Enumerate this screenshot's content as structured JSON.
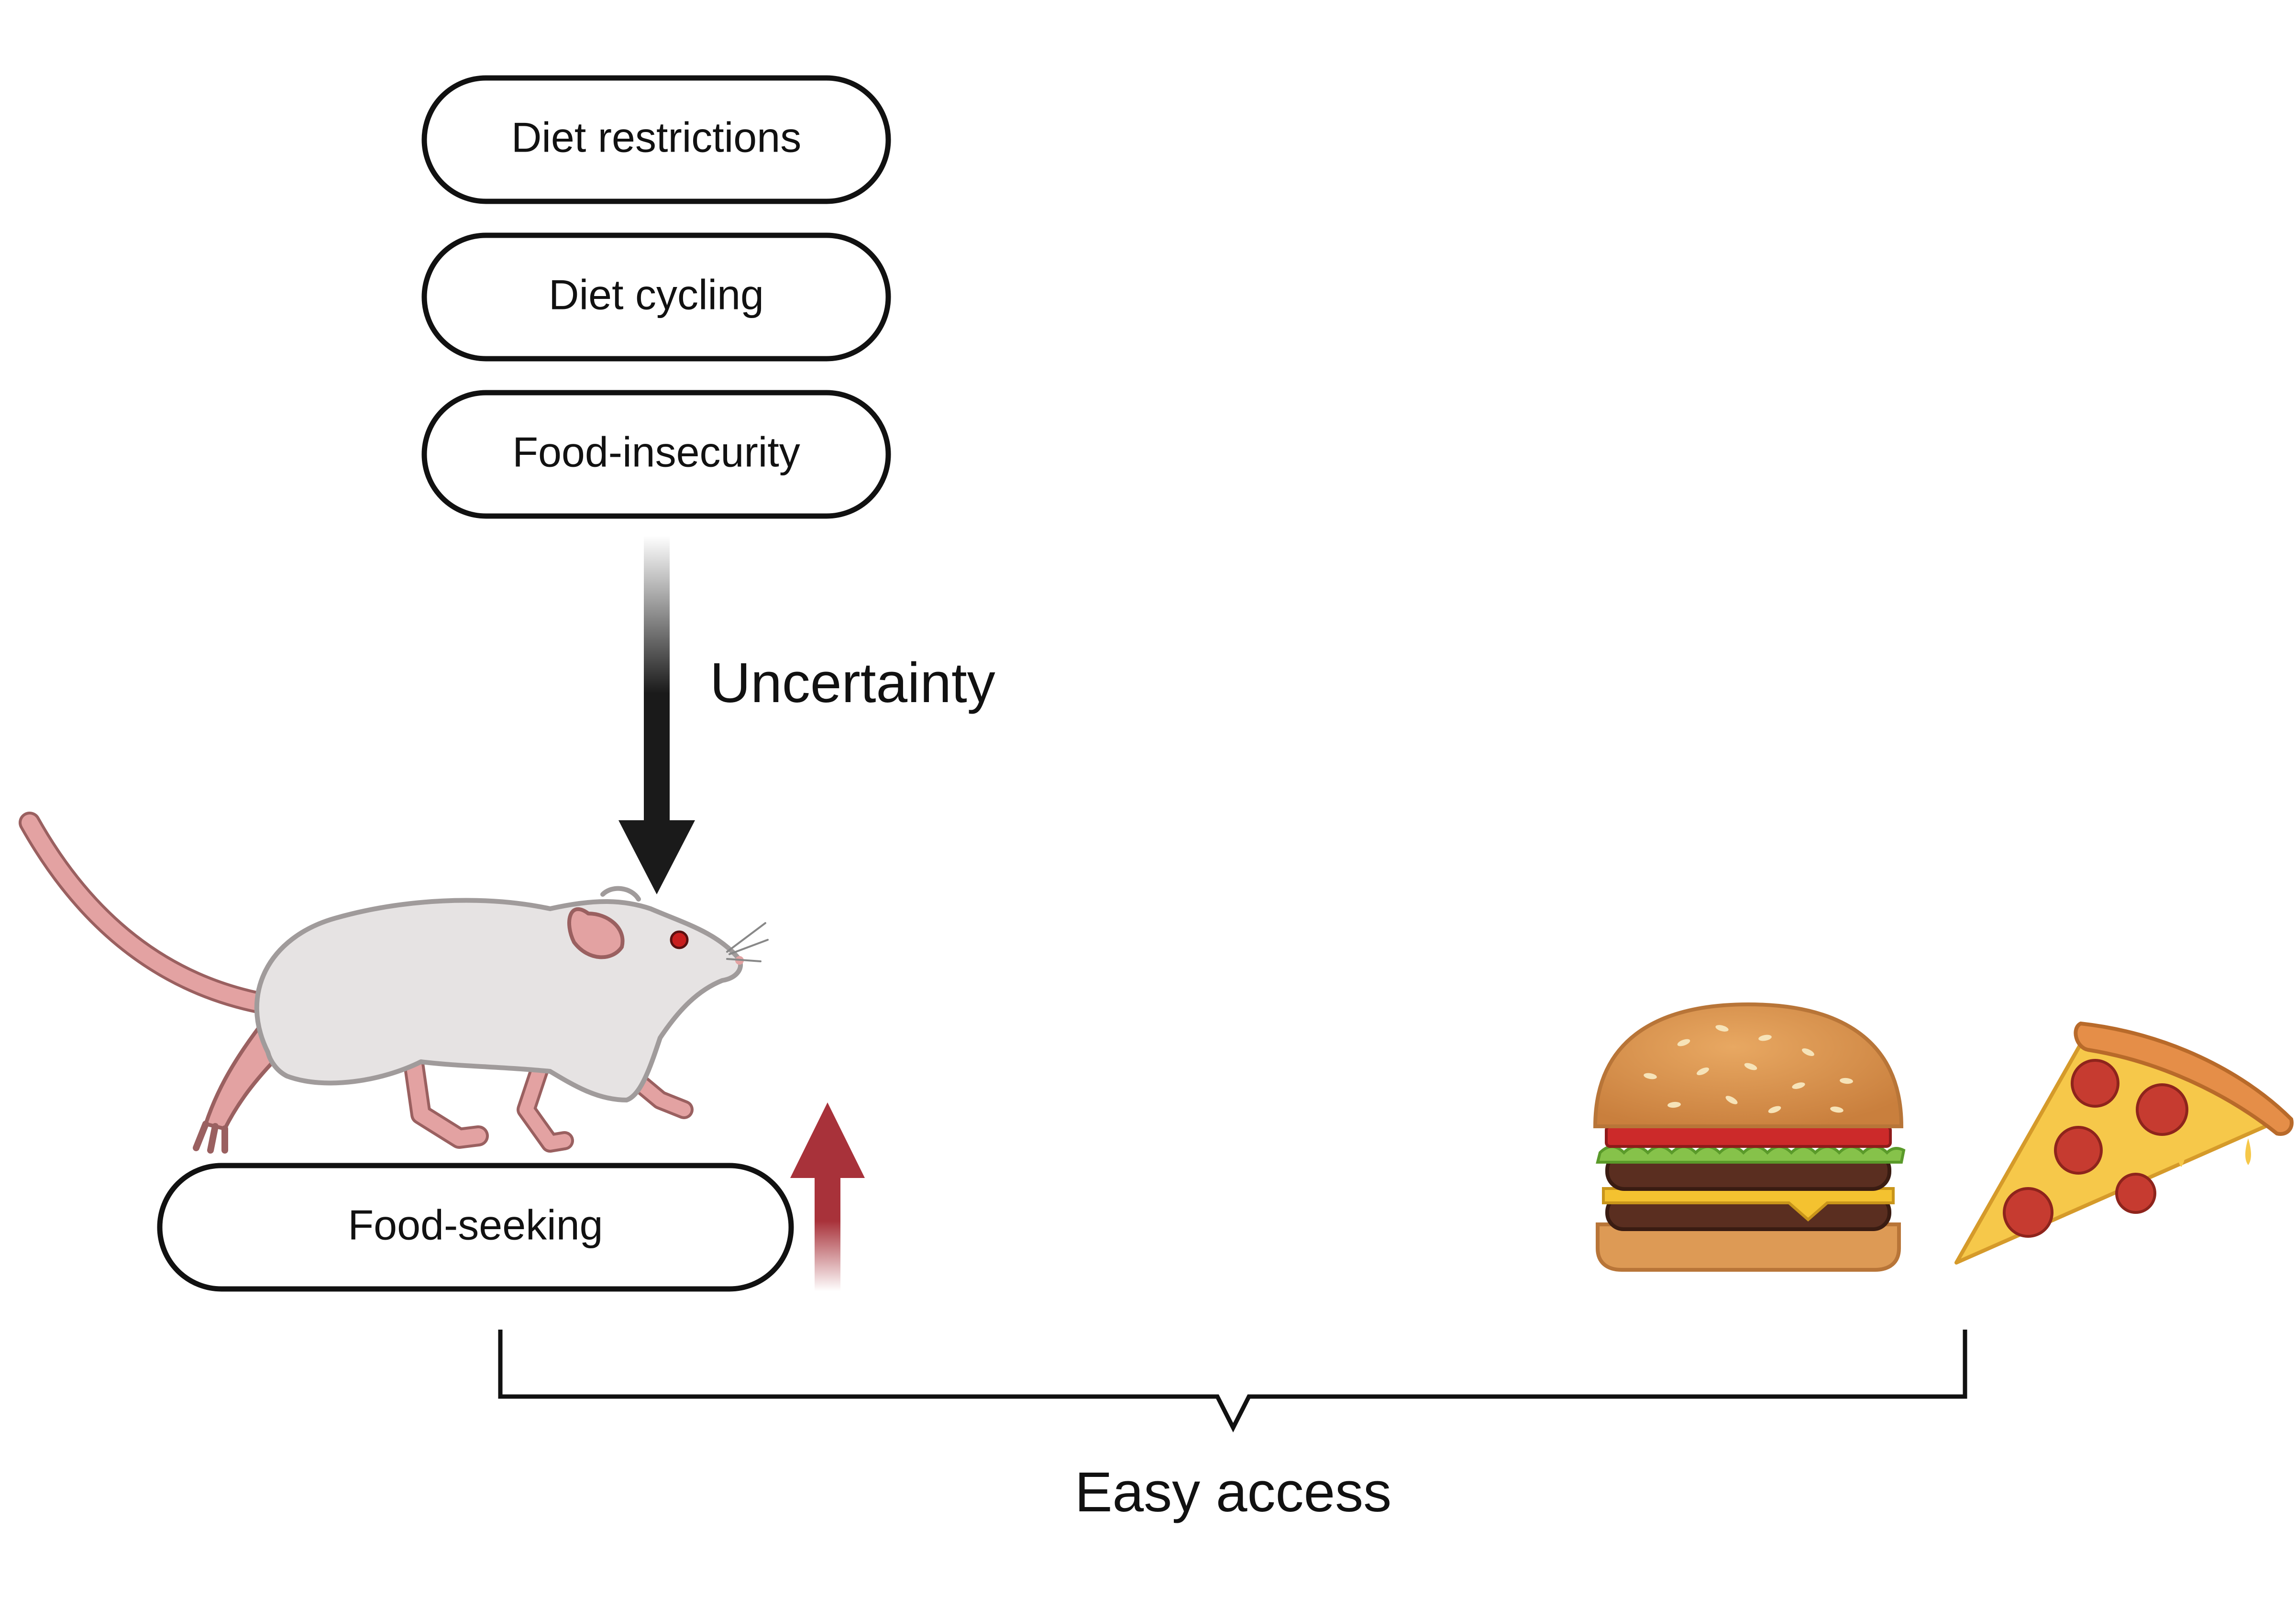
{
  "factors": [
    {
      "label": "Diet restrictions"
    },
    {
      "label": "Diet cycling"
    },
    {
      "label": "Food-insecurity"
    }
  ],
  "arrow_label": "Uncertainty",
  "outcome": {
    "label": "Food-seeking",
    "direction": "increase",
    "indicator_color": "#a8323a"
  },
  "bracket_label": "Easy access",
  "illustrations": [
    "rat-illustration",
    "burger-illustration",
    "pizza-slice-illustration"
  ],
  "colors": {
    "outline": "#111111",
    "rat_body": "#e6e3e3",
    "rat_pink": "#e3a2a2",
    "bun": "#dd9a55",
    "patty": "#5a2e20",
    "cheese": "#f4c230",
    "lettuce": "#86c24a",
    "tomato": "#cc2a2a",
    "pizza_cheese": "#f6c84a",
    "crust": "#e58e48",
    "pepperoni": "#c63b30"
  }
}
